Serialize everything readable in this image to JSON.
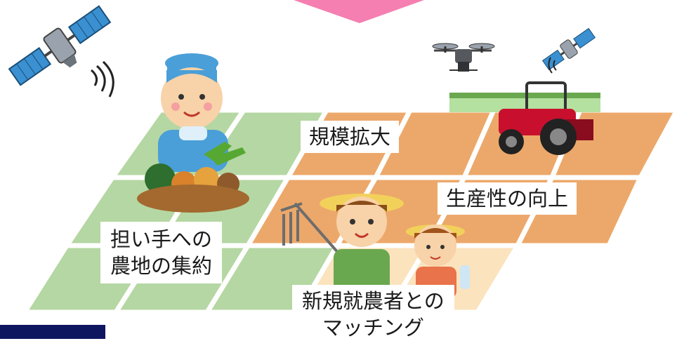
{
  "labels": {
    "scale_expansion": "規模拡大",
    "productivity": "生産性の向上",
    "consolidation_line1": "担い手への",
    "consolidation_line2": "農地の集約",
    "matching_line1": "新規就農者との",
    "matching_line2": "マッチング"
  },
  "colors": {
    "green_field": "#b5d7a3",
    "orange_field": "#eca86a",
    "cream_field": "#fbe3bd",
    "grid_line": "#ffffff",
    "arrow_pink": "#f57fb0",
    "navy_bar": "#0f1660",
    "tractor_red": "#c8102e"
  },
  "icons": [
    "satellite-icon",
    "drone-icon",
    "small-satellite-icon",
    "tractor-icon",
    "farmer-with-vegetables-icon",
    "young-farmers-couple-icon",
    "vegetable-basket-icon",
    "pitchfork-icon"
  ]
}
